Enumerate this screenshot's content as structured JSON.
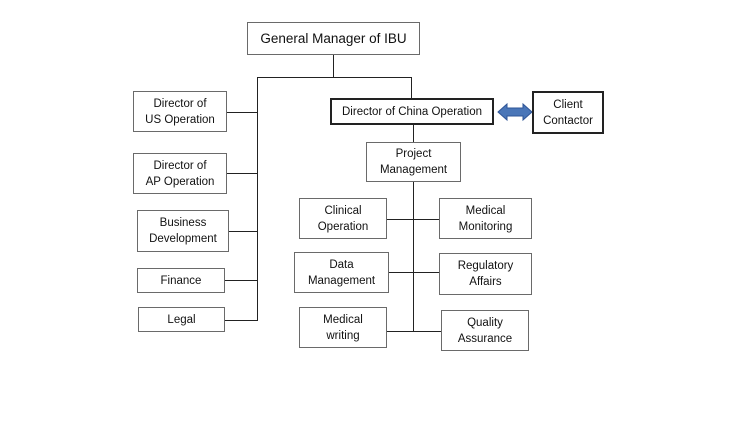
{
  "org_chart": {
    "top": "General Manager of IBU",
    "left_branch": [
      "Director of\nUS Operation",
      "Director of\nAP Operation",
      "Business\nDevelopment",
      "Finance",
      "Legal"
    ],
    "china_director": "Director of China Operation",
    "client": "Client\nContactor",
    "project_management": "Project\nManagement",
    "pm_left": [
      "Clinical\nOperation",
      "Data\nManagement",
      "Medical\nwriting"
    ],
    "pm_right": [
      "Medical\nMonitoring",
      "Regulatory\nAffairs",
      "Quality\nAssurance"
    ],
    "arrow_color": "#4a76b8"
  }
}
